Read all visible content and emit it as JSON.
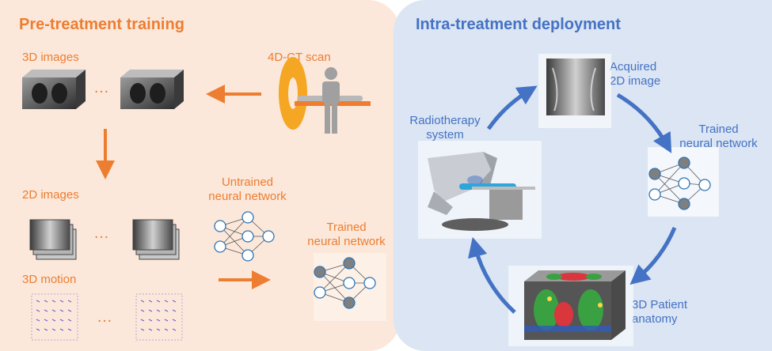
{
  "left_panel": {
    "title": "Pre-treatment training",
    "scan_label": "4D-CT scan",
    "images_3d_label": "3D images",
    "images_2d_label": "2D images",
    "motion_label": "3D motion",
    "untrained_label": [
      "Untrained",
      "neural network"
    ],
    "trained_label": [
      "Trained",
      "neural network"
    ],
    "ellipsis": "…"
  },
  "right_panel": {
    "title": "Intra-treatment deployment",
    "acquired_label": [
      "Acquired",
      "2D image"
    ],
    "trained_label": [
      "Trained",
      "neural network"
    ],
    "radiotherapy_label": [
      "Radiotherapy",
      "system"
    ],
    "anatomy_label": [
      "3D Patient",
      "anatomy"
    ]
  },
  "colors": {
    "orange": "#ed7d31",
    "blue": "#4472c4",
    "left_bg": "#fbe8da",
    "right_bg": "#dbe5f3",
    "node_filled": "#7f7f7f",
    "node_stroke": "#2e75b6"
  }
}
